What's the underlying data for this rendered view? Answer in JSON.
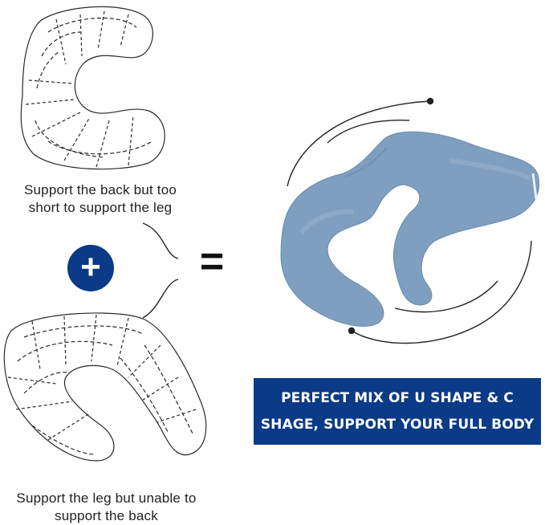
{
  "c_shape": {
    "caption": "Support the back but too short to support the leg"
  },
  "u_shape": {
    "caption": "Support the leg but unable to support the back"
  },
  "operators": {
    "plus": "+",
    "equals": "="
  },
  "banner": {
    "text": "PERFECT MIX OF U SHAPE & C SHAGE, SUPPORT YOUR FULL BODY"
  },
  "colors": {
    "brand_blue": "#0b3a86",
    "pillow_blue": "#7f9fc0",
    "line": "#222222"
  },
  "icons": [
    "c-shape-pillow-drawing",
    "u-shape-pillow-drawing",
    "combined-pillow-image",
    "rotation-arc-icon"
  ]
}
